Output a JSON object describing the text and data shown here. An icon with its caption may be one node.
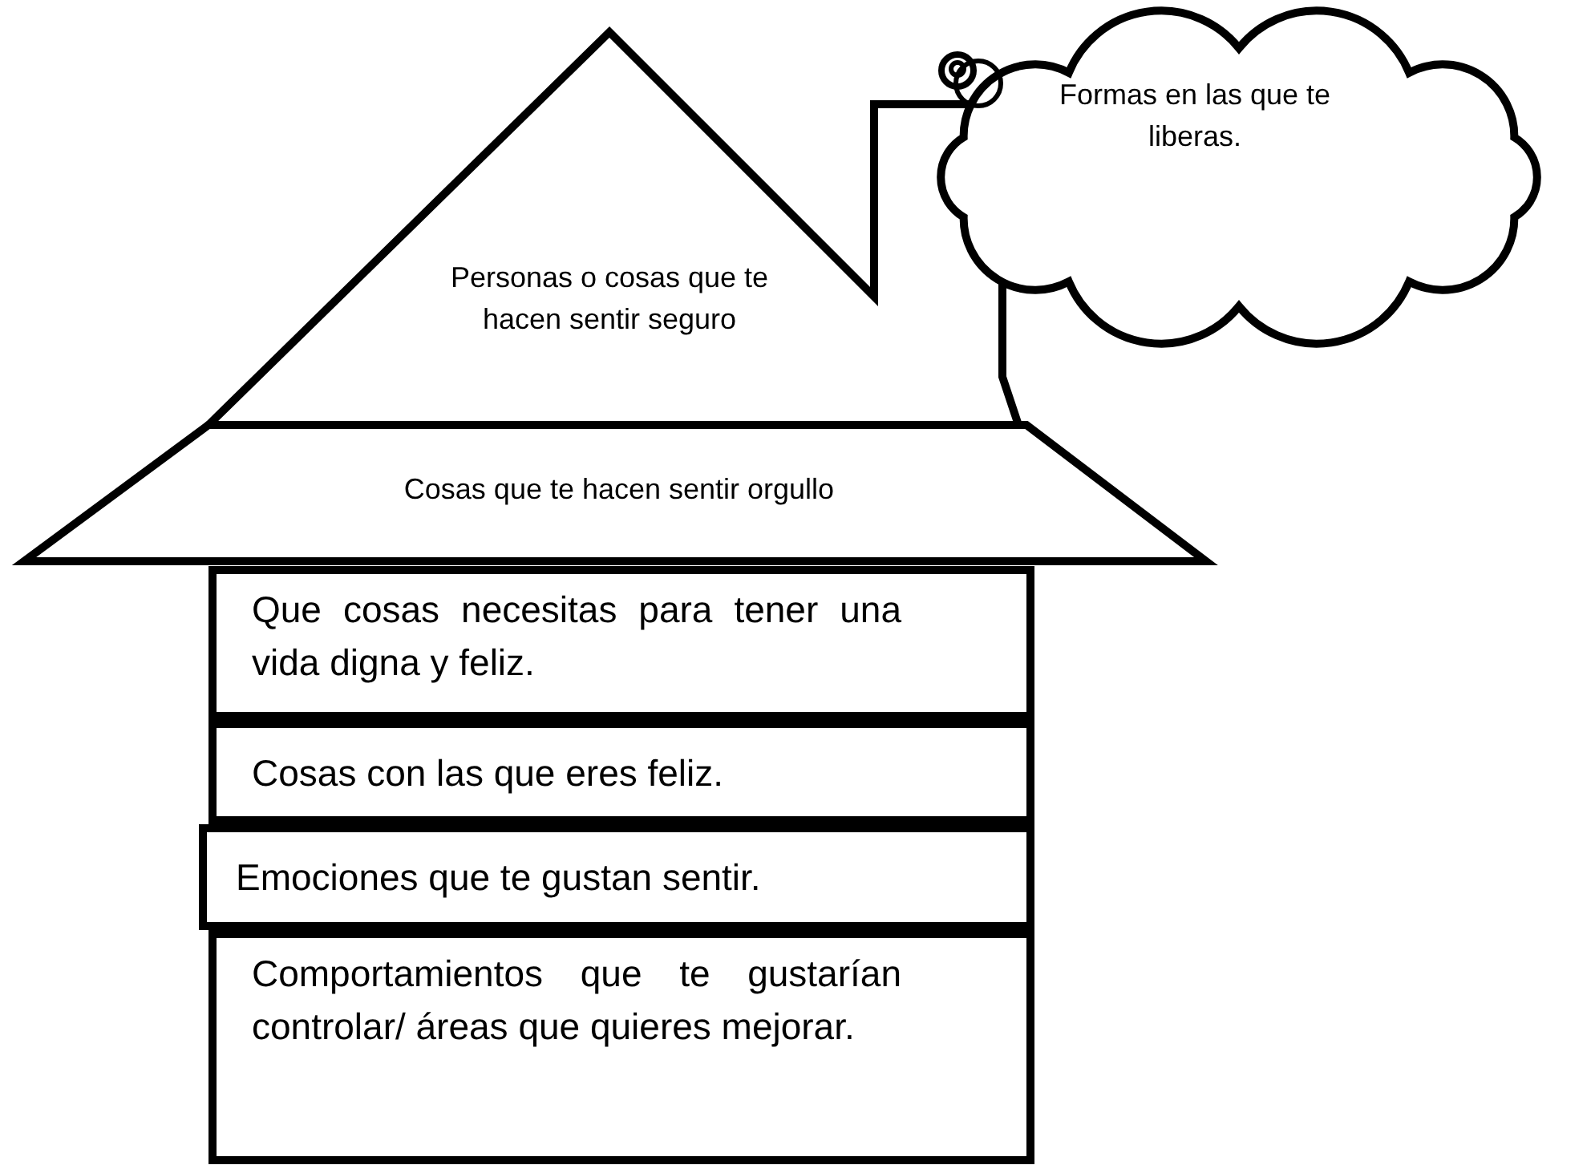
{
  "diagram": {
    "nodes": [
      {
        "text": [
          "Personas o cosas que te hacen sentir seguro"
        ]
      },
      {
        "text": [
          "Cosas que te hacen sentir orgullo"
        ]
      },
      {
        "text": [
          "Que cosas necesitas para tener una vida digna y feliz."
        ]
      },
      {
        "text": [
          "Cosas con las que eres feliz."
        ]
      },
      {
        "text": [
          "Emociones que te gustan sentir."
        ]
      },
      {
        "text": [
          "Comportamientos que te gustarían controlar/ áreas que quieres mejorar."
        ]
      },
      {
        "text": [
          "Formas en las que te liberas."
        ]
      }
    ]
  }
}
